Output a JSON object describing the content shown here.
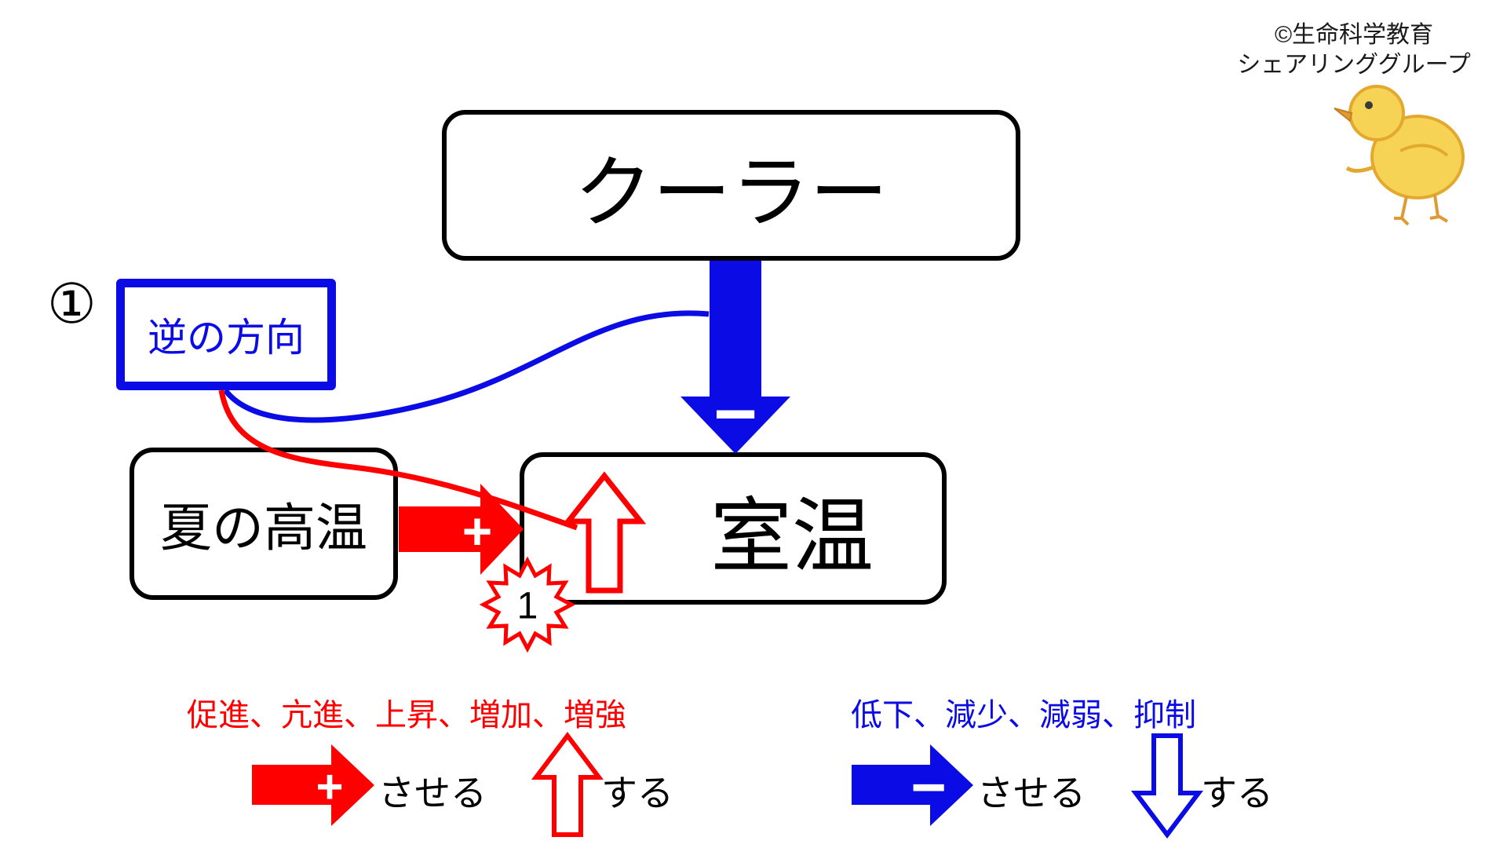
{
  "header": {
    "copyright_line1": "©生命科学教育",
    "copyright_line2": "シェアリンググループ"
  },
  "diagram": {
    "cooler": "クーラー",
    "reverse_direction": "逆の方向",
    "step_number": "①",
    "summer_heat": "夏の高温",
    "room_temp": "室温",
    "burst_number": "1",
    "minus": "−",
    "plus": "+"
  },
  "legend": {
    "increase_terms": "促進、亢進、上昇、増加、増強",
    "decrease_terms": "低下、減少、減弱、抑制",
    "increase_causative": "させる",
    "increase_plain": "する",
    "decrease_causative": "させる",
    "decrease_plain": "する"
  },
  "colors": {
    "red": "#ff0000",
    "blue": "#0b0be6",
    "black": "#000000"
  }
}
